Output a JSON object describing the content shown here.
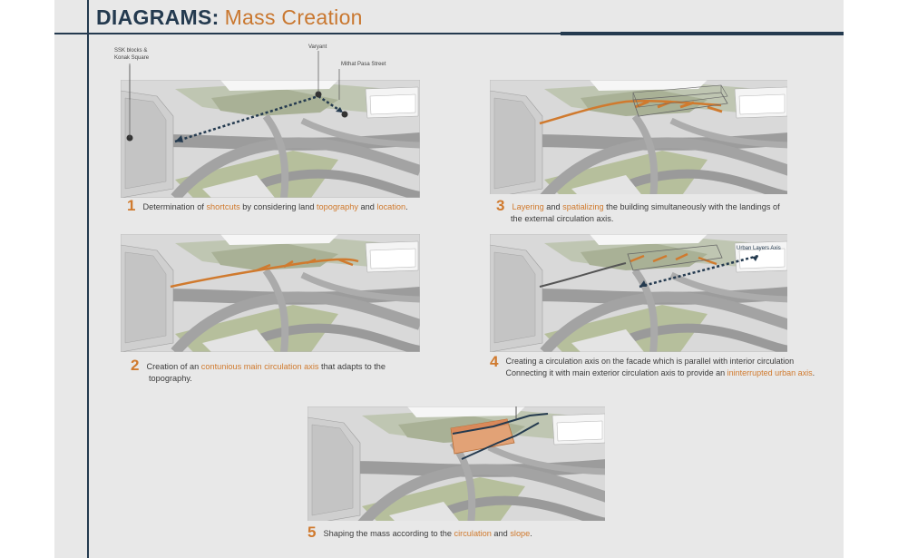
{
  "header": {
    "title": "DIAGRAMS:",
    "subtitle": "Mass Creation"
  },
  "callouts": {
    "ssk": "SSK blocks &",
    "konak": "Konak Square",
    "varyant": "Varyant",
    "mithat": "Mithat Pasa Street",
    "urban_layers": "Urban Layers Axis"
  },
  "captions": {
    "c1": {
      "num": "1",
      "t1": "Determination of ",
      "h1": "shortcuts",
      "t2": " by considering land ",
      "h2": "topography",
      "t3": " and ",
      "h3": "location",
      "t4": "."
    },
    "c2": {
      "num": "2",
      "t1": "Creation of an ",
      "h1": "contunious main circulation axis",
      "t2": " that adapts to the",
      "line2": "topography."
    },
    "c3": {
      "num": "3",
      "h1": "Layering",
      "t1": " and ",
      "h2": "spatializing",
      "t2": " the building simultaneously with the landings of",
      "line2": "the external circulation axis."
    },
    "c4": {
      "num": "4",
      "line1": "Creating a circulation axis on the facade which is parallel with interior circulation",
      "t1": "Connecting it with main exterior circulation axis to provide an ",
      "h1": "ininterrupted urban axis",
      "t2": "."
    },
    "c5": {
      "num": "5",
      "t1": "Shaping the mass according to the ",
      "h1": "circulation",
      "t2": " and ",
      "h2": "slope",
      "t3": "."
    }
  },
  "colors": {
    "navy": "#243a4f",
    "orange": "#d07a2e",
    "page": "#e8e8e8"
  }
}
